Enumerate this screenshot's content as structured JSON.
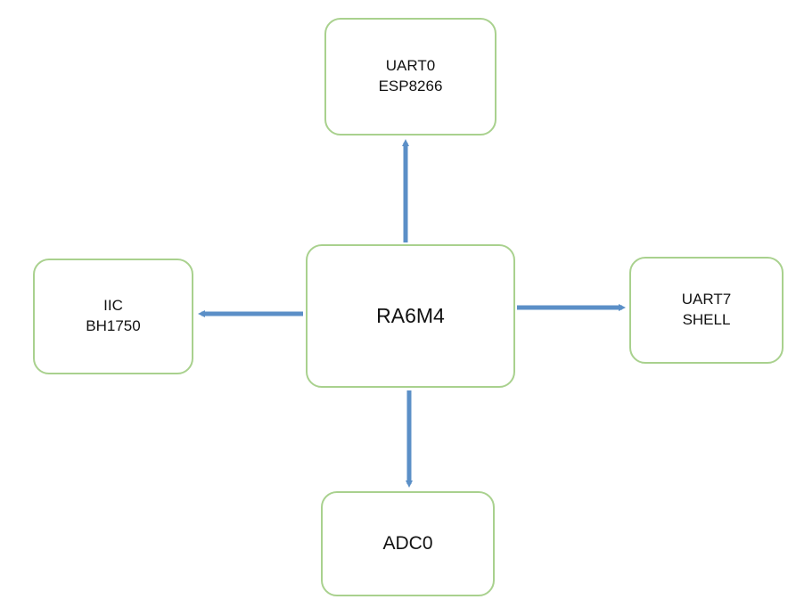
{
  "diagram": {
    "center": {
      "label": "RA6M4"
    },
    "nodes": {
      "top": {
        "lines": [
          "UART0",
          "ESP8266"
        ]
      },
      "left": {
        "lines": [
          "IIC",
          "BH1750"
        ]
      },
      "right": {
        "lines": [
          "UART7",
          "SHELL"
        ]
      },
      "bottom": {
        "lines": [
          "ADC0"
        ]
      }
    },
    "colors": {
      "box_border": "#a9d18e",
      "arrow": "#5b8fc7"
    }
  }
}
